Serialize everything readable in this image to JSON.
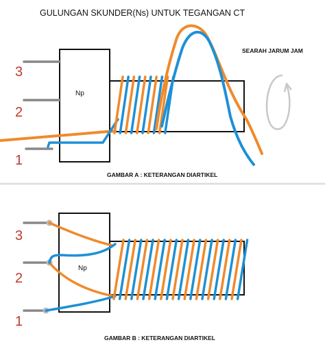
{
  "title": "GULUNGAN SKUNDER(Ns) UNTUK TEGANGAN CT",
  "direction_label": "SEARAH JARUM JAM",
  "colors": {
    "orange": "#F08A2C",
    "blue": "#1E90D6",
    "pin": "#888888",
    "terminal_number": "#c0392b",
    "divider": "#dddddd",
    "rotation_arrow": "#c8c8c8"
  },
  "figure_a": {
    "core_label": "Np",
    "caption": "GAMBAR A : KETERANGAN DIARTIKEL",
    "terminals": [
      "3",
      "2",
      "1"
    ]
  },
  "figure_b": {
    "core_label": "Np",
    "caption": "GAMBAR B : KETERANGAN DIARTIKEL",
    "terminals": [
      "3",
      "2",
      "1"
    ]
  },
  "icons": {
    "rotation": "clockwise-rotation-arrow-icon"
  }
}
